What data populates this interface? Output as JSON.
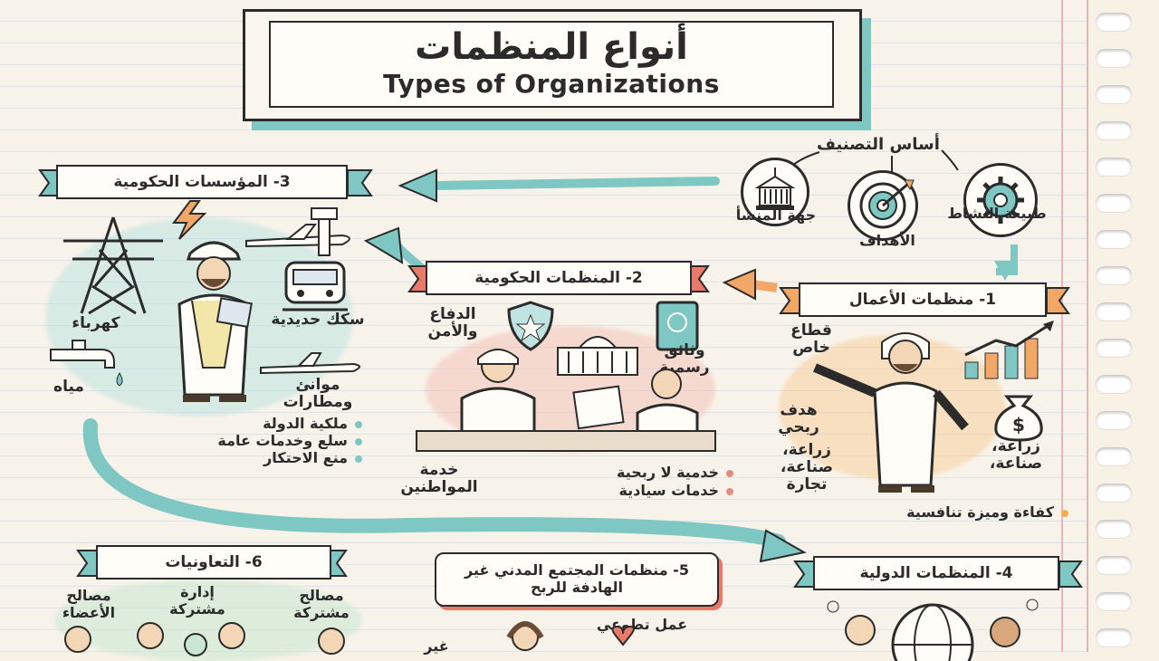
{
  "title": {
    "arabic": "أنواع المنظمات",
    "english": "Types of Organizations"
  },
  "classification": {
    "heading": "أساس التصنيف",
    "bases": [
      {
        "label": "طبيعة النشاط",
        "icon": "gear-icon"
      },
      {
        "label": "الأهداف",
        "icon": "target-icon"
      },
      {
        "label": "جهة المنشأ",
        "icon": "government-building-icon"
      }
    ]
  },
  "sections": {
    "business": {
      "title": "1- منظمات الأعمال",
      "labels": {
        "private_sector": "قطاع خاص",
        "profit_goal": "هدف ربحي",
        "activities_left": "زراعة، صناعة، تجارة",
        "activities_right": "زراعة، صناعة،"
      },
      "bullets": [
        "كفاءة وميزة تنافسية"
      ]
    },
    "governmental": {
      "title": "2- المنظمات الحكومية",
      "labels": {
        "defense": "الدفاع والأمن",
        "documents": "وثائق رسمية",
        "citizen_service": "خدمة المواطنين"
      },
      "bullets": [
        "خدمية لا ربحية",
        "خدمات سيادية"
      ]
    },
    "government_institutions": {
      "title": "3- المؤسسات الحكومية",
      "labels": {
        "electricity": "كهرباء",
        "water": "مياه",
        "railways": "سكك حديدية",
        "ports_airports": "موانئ ومطارات"
      },
      "bullets": [
        "ملكية الدولة",
        "سلع وخدمات عامة",
        "منع الاحتكار"
      ]
    },
    "international": {
      "title": "4- المنظمات الدولية"
    },
    "civil_society": {
      "title": "5- منظمات المجتمع المدني غير الهادفة للربح",
      "labels": {
        "volunteer_work": "عمل تطوعي",
        "non": "غير"
      }
    },
    "cooperatives": {
      "title": "6- التعاونيات",
      "labels": {
        "member_interests": "مصالح الأعضاء",
        "joint_management": "إدارة مشتركة",
        "common_interests": "مصالح مشتركة"
      }
    }
  },
  "colors": {
    "teal": "#7ec7c2",
    "orange": "#f2a766",
    "coral": "#e9796b",
    "ink": "#2b2b2b",
    "business_dot": "#f2b04f",
    "gov_dot": "#e48b7f",
    "inst_dot": "#7ec7c2"
  }
}
